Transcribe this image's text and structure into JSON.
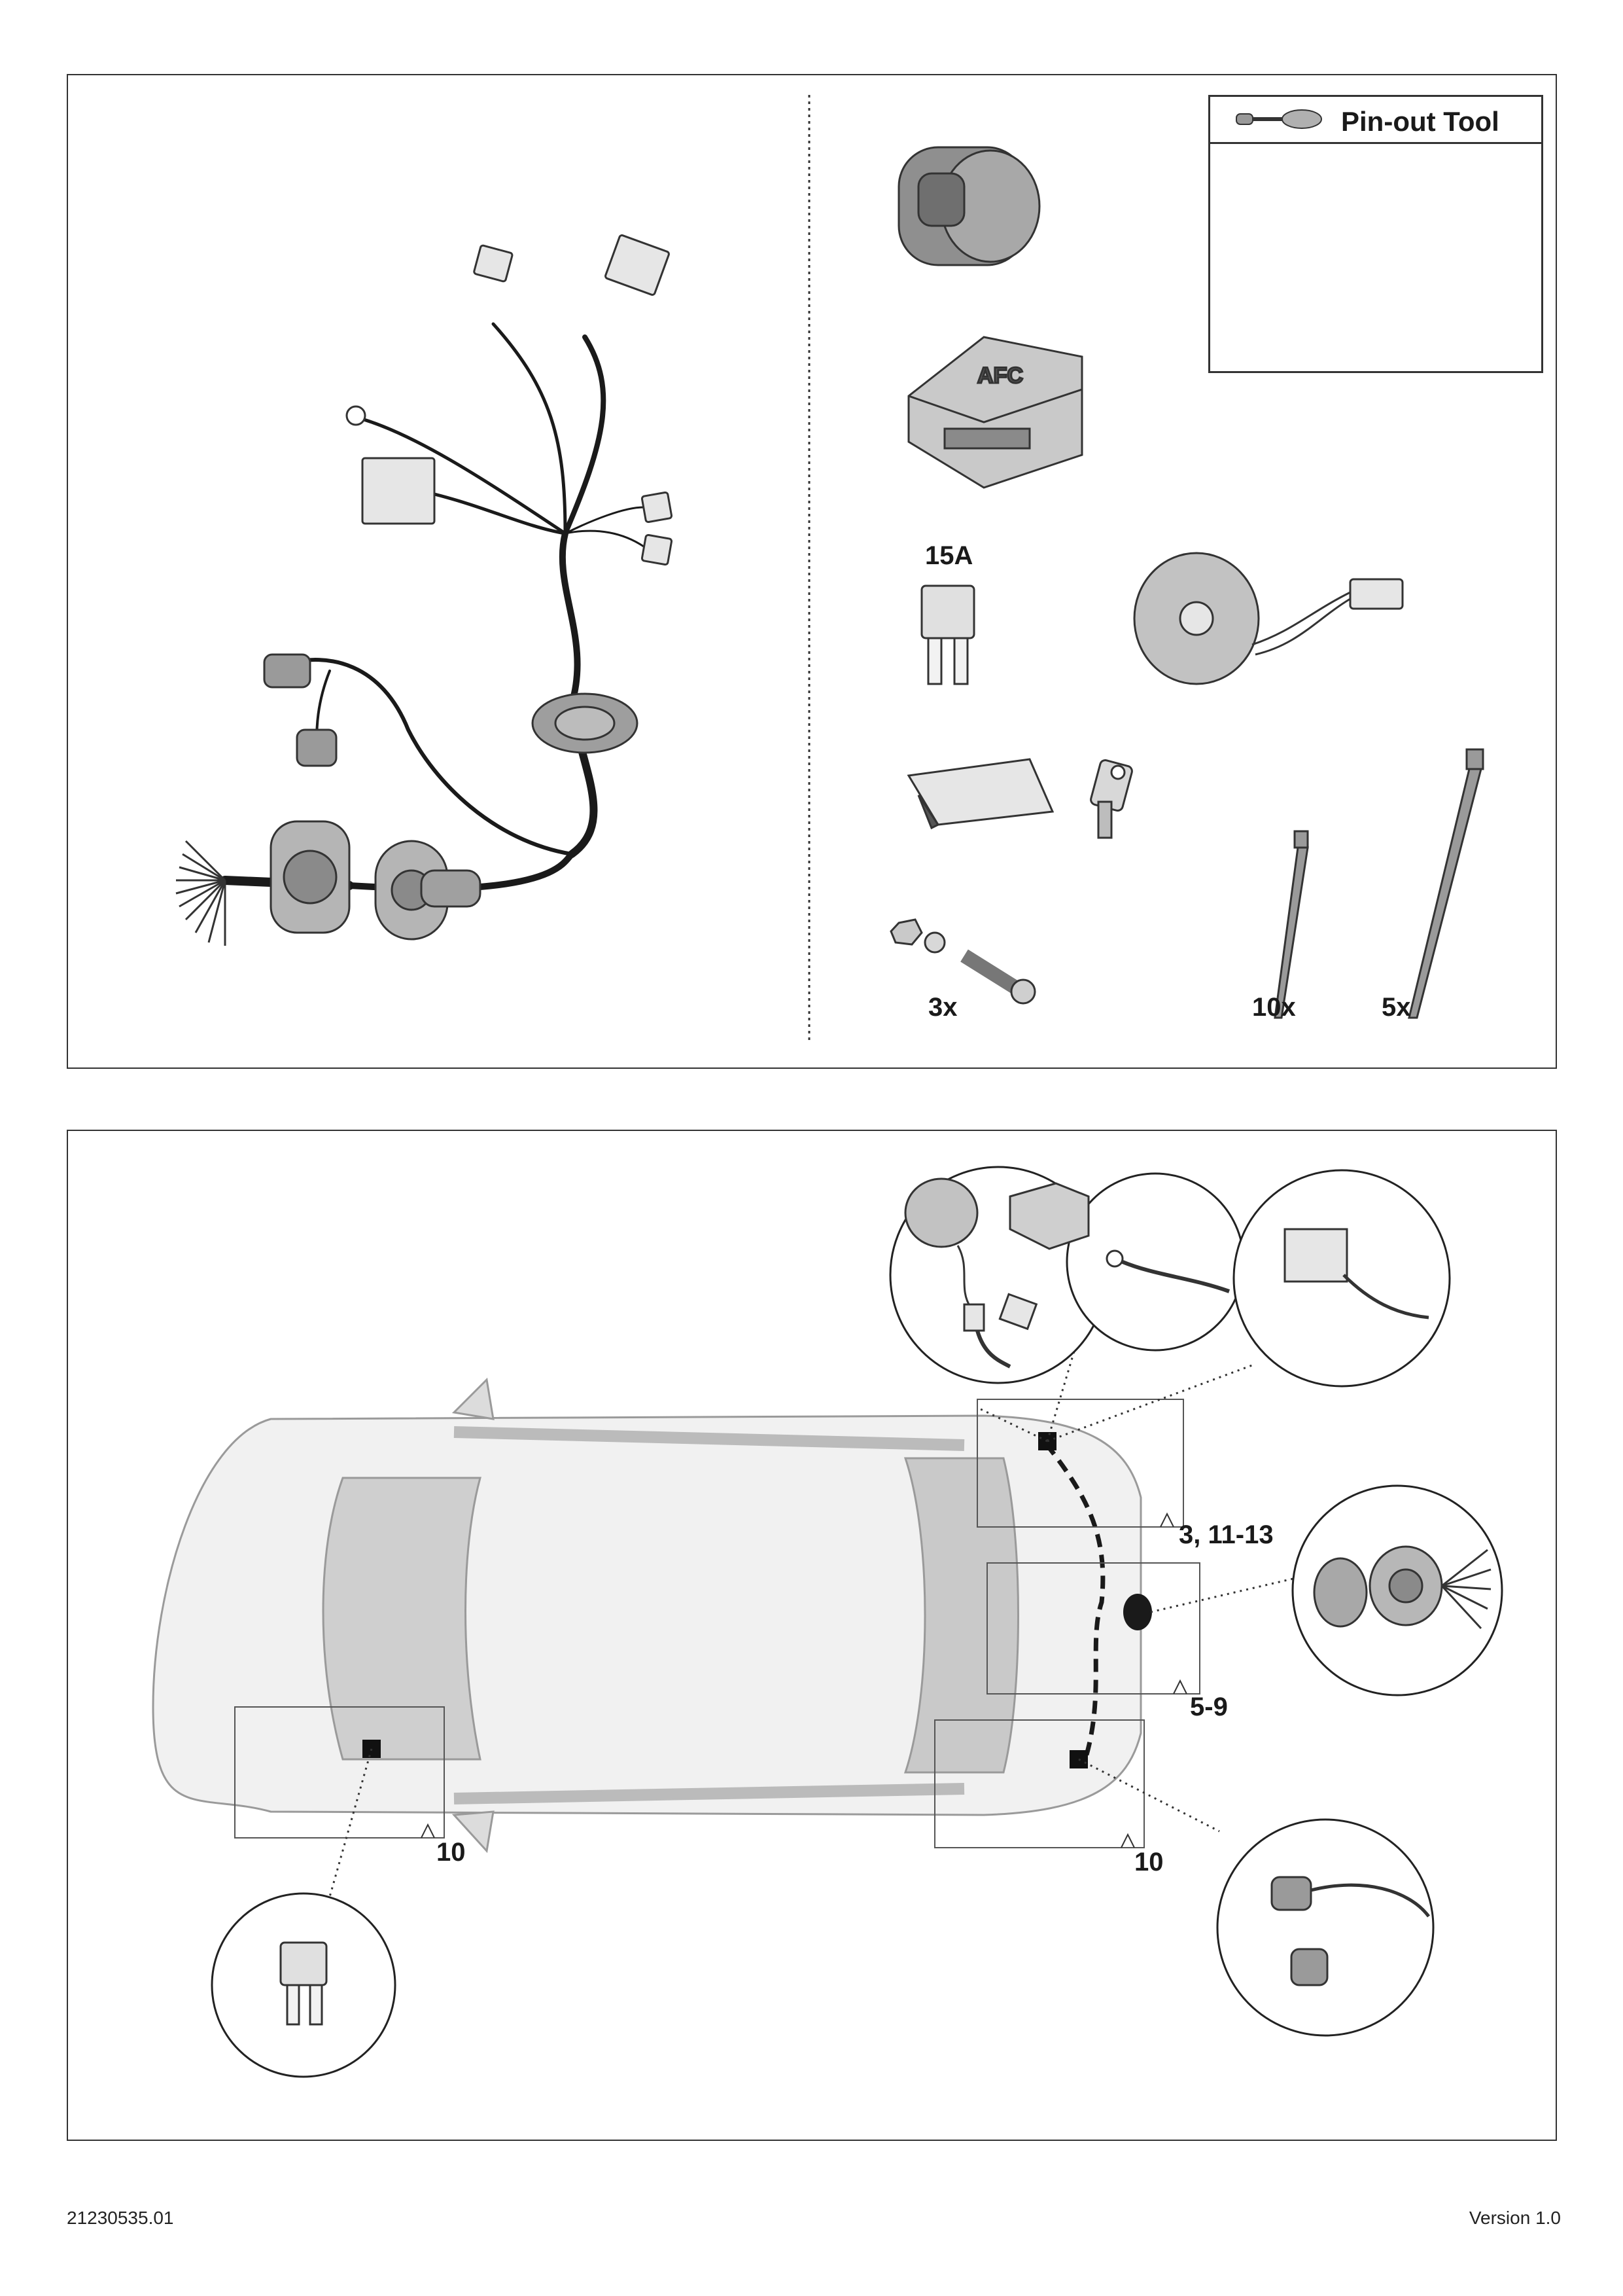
{
  "top_panel": {
    "pinout_tool_title": "Pin-out Tool",
    "fuse_rating": "15A",
    "qty_bolts": "3x",
    "qty_small_ties": "10x",
    "qty_large_ties": "5x"
  },
  "bottom_panel": {
    "ref_rear_left": "3, 11-13",
    "ref_rear_center": "5-9",
    "ref_rear_right": "10",
    "ref_front": "10"
  },
  "footer": {
    "doc_number": "21230535.01",
    "version": "Version 1.0"
  }
}
